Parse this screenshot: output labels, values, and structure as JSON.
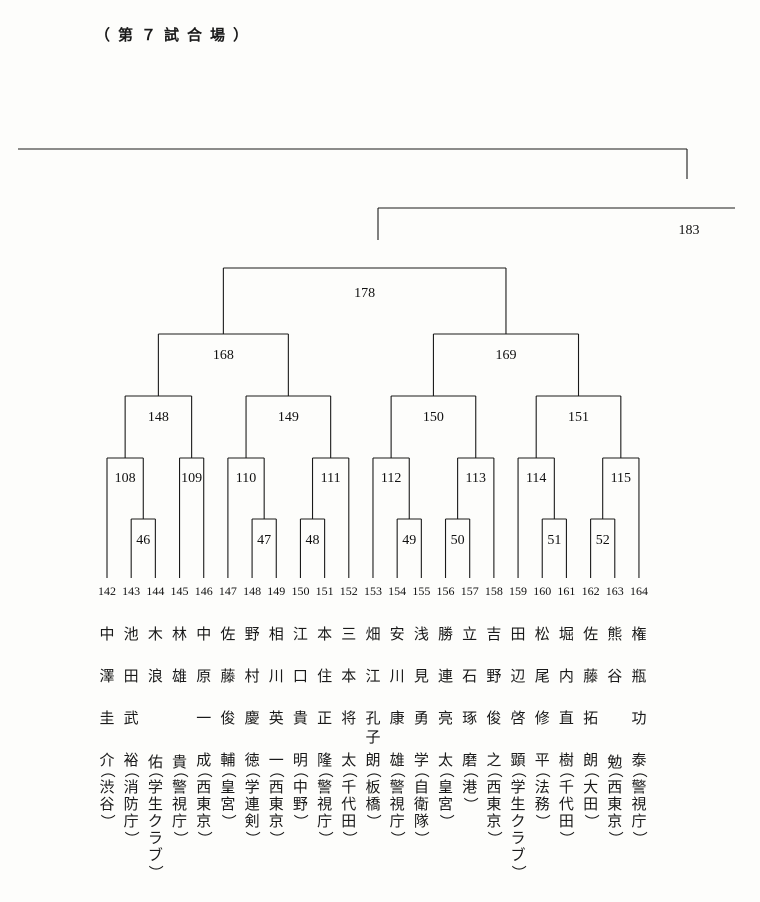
{
  "header": {
    "title": "（第７試合場）"
  },
  "colors": {
    "ink": "#1a1a1a",
    "paper": "#fdfdfb"
  },
  "players": [
    {
      "number": "142",
      "name": "中澤圭介",
      "affiliation": "（渋谷）"
    },
    {
      "number": "143",
      "name": "池田武裕",
      "affiliation": "（消防庁）"
    },
    {
      "number": "144",
      "name": "木浪佑",
      "affiliation": "（学生クラブ）"
    },
    {
      "number": "145",
      "name": "林雄貴",
      "affiliation": "（警視庁）"
    },
    {
      "number": "146",
      "name": "中原一成",
      "affiliation": "（西東京）"
    },
    {
      "number": "147",
      "name": "佐藤俊輔",
      "affiliation": "（皇宮）"
    },
    {
      "number": "148",
      "name": "野村慶徳",
      "affiliation": "（学連剣）"
    },
    {
      "number": "149",
      "name": "相川英一",
      "affiliation": "（西東京）"
    },
    {
      "number": "150",
      "name": "江口貴明",
      "affiliation": "（中野）"
    },
    {
      "number": "151",
      "name": "本住正隆",
      "affiliation": "（警視庁）"
    },
    {
      "number": "152",
      "name": "三本将太",
      "affiliation": "（千代田）"
    },
    {
      "number": "153",
      "name": "畑江孔子朗",
      "affiliation": "（板橋）"
    },
    {
      "number": "154",
      "name": "安川康雄",
      "affiliation": "（警視庁）"
    },
    {
      "number": "155",
      "name": "浅見勇学",
      "affiliation": "（自衛隊）"
    },
    {
      "number": "156",
      "name": "勝連亮太",
      "affiliation": "（皇宮）"
    },
    {
      "number": "157",
      "name": "立石琢磨",
      "affiliation": "（港）"
    },
    {
      "number": "158",
      "name": "吉野俊之",
      "affiliation": "（西東京）"
    },
    {
      "number": "159",
      "name": "田辺啓顕",
      "affiliation": "（学生クラブ）"
    },
    {
      "number": "160",
      "name": "松尾修平",
      "affiliation": "（法務）"
    },
    {
      "number": "161",
      "name": "堀内直樹",
      "affiliation": "（千代田）"
    },
    {
      "number": "162",
      "name": "佐藤拓朗",
      "affiliation": "（大田）"
    },
    {
      "number": "163",
      "name": "熊谷勉",
      "affiliation": "（西東京）"
    },
    {
      "number": "164",
      "name": "権瓶功泰",
      "affiliation": "（警視庁）"
    }
  ],
  "matches": [
    "46",
    "47",
    "48",
    "49",
    "50",
    "51",
    "52",
    "108",
    "109",
    "110",
    "111",
    "112",
    "113",
    "114",
    "115",
    "148",
    "149",
    "150",
    "151",
    "168",
    "169",
    "178",
    "183"
  ]
}
